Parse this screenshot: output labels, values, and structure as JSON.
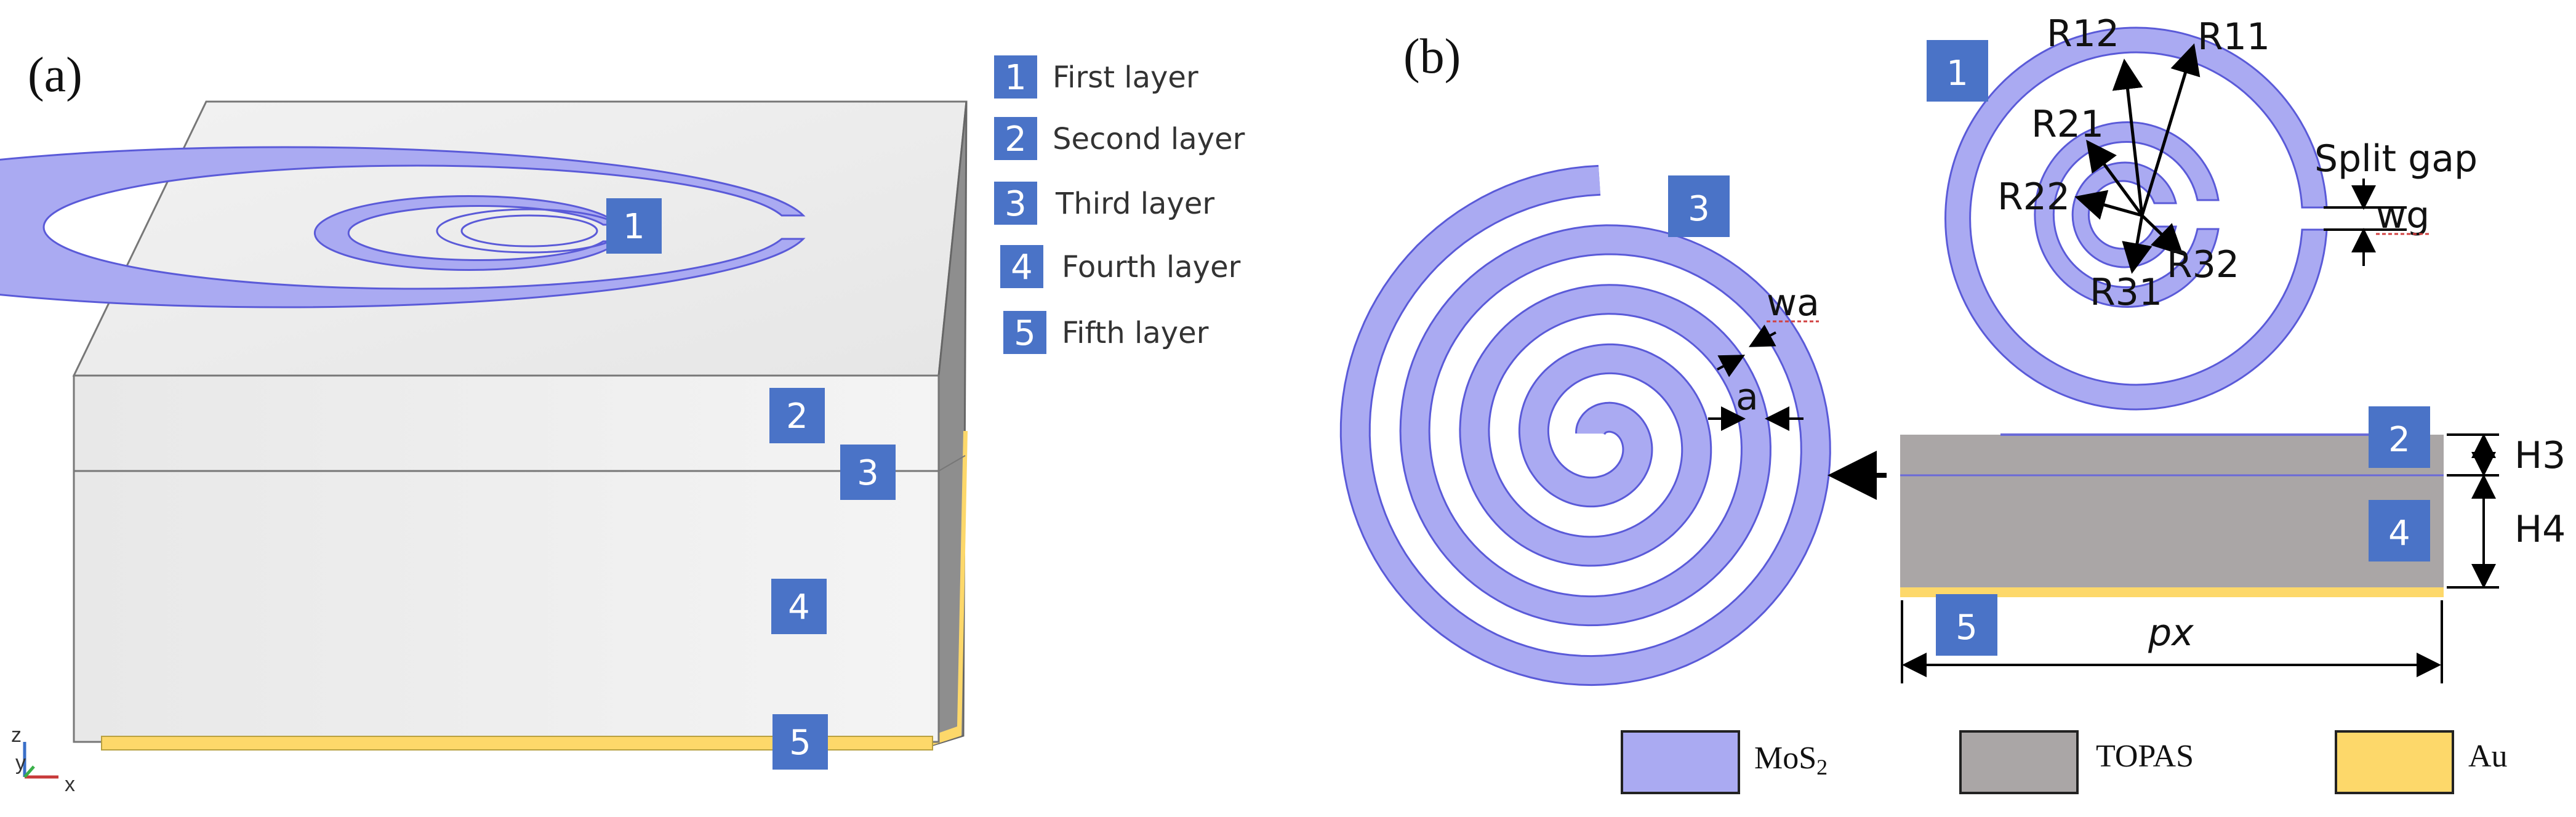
{
  "panel_a": {
    "label": "(a)",
    "badges": [
      "1",
      "2",
      "3",
      "4",
      "5"
    ],
    "layer_legend": [
      {
        "num": "1",
        "label": "First layer"
      },
      {
        "num": "2",
        "label": "Second layer"
      },
      {
        "num": "3",
        "label": "Third layer"
      },
      {
        "num": "4",
        "label": "Fourth layer"
      },
      {
        "num": "5",
        "label": "Fifth layer"
      }
    ],
    "axes": {
      "z": "z",
      "y": "y",
      "x": "x"
    }
  },
  "panel_b": {
    "label": "(b)",
    "ring_badge": "1",
    "spiral_badge": "3",
    "side_badges": {
      "b2": "2",
      "b4": "4",
      "b5": "5"
    },
    "radius_labels": {
      "r12": "R12",
      "r11": "R11",
      "r21": "R21",
      "r22": "R22",
      "r32": "R32",
      "r31": "R31"
    },
    "split_gap": "Split gap",
    "wg": "wg",
    "wa": "wa",
    "a": "a",
    "h3": "H3",
    "h4": "H4",
    "px": "px"
  },
  "materials": [
    {
      "name": "MoS",
      "sub": "2",
      "color": "#aaaaf2"
    },
    {
      "name": "TOPAS",
      "sub": "",
      "color": "#aaa6a6"
    },
    {
      "name": "Au",
      "sub": "",
      "color": "#fdd86a"
    }
  ],
  "colors": {
    "mos2": "#aaaaf2",
    "mos2_edge": "#5a5ad8",
    "topas": "#aaa6a6",
    "gold": "#fdd86a",
    "badge": "#4a73c7"
  }
}
